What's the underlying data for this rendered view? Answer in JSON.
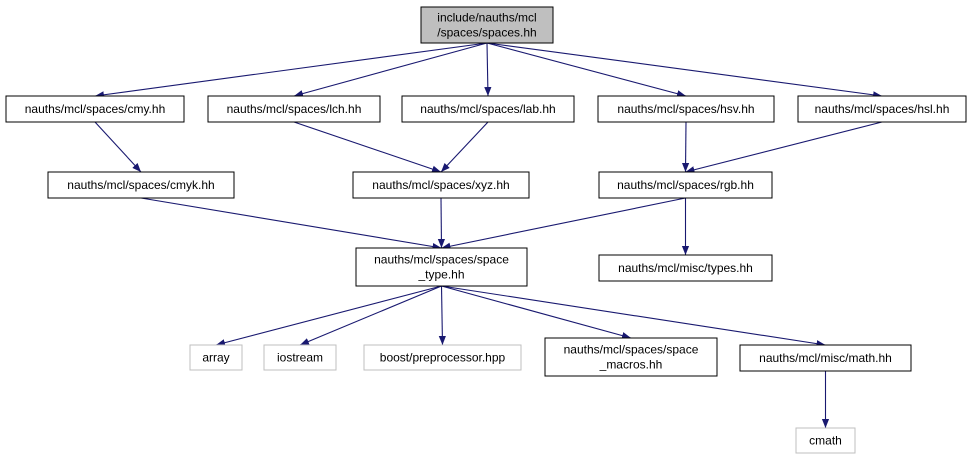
{
  "nodes": [
    {
      "id": "root",
      "lines": [
        "include/nauths/mcl",
        "/spaces/spaces.hh"
      ],
      "kind": "root"
    },
    {
      "id": "cmy",
      "lines": [
        "nauths/mcl/spaces/cmy.hh"
      ],
      "kind": "file"
    },
    {
      "id": "lch",
      "lines": [
        "nauths/mcl/spaces/lch.hh"
      ],
      "kind": "file"
    },
    {
      "id": "lab",
      "lines": [
        "nauths/mcl/spaces/lab.hh"
      ],
      "kind": "file"
    },
    {
      "id": "hsv",
      "lines": [
        "nauths/mcl/spaces/hsv.hh"
      ],
      "kind": "file"
    },
    {
      "id": "hsl",
      "lines": [
        "nauths/mcl/spaces/hsl.hh"
      ],
      "kind": "file"
    },
    {
      "id": "cmyk",
      "lines": [
        "nauths/mcl/spaces/cmyk.hh"
      ],
      "kind": "file"
    },
    {
      "id": "xyz",
      "lines": [
        "nauths/mcl/spaces/xyz.hh"
      ],
      "kind": "file"
    },
    {
      "id": "rgb",
      "lines": [
        "nauths/mcl/spaces/rgb.hh"
      ],
      "kind": "file"
    },
    {
      "id": "space_type",
      "lines": [
        "nauths/mcl/spaces/space",
        "_type.hh"
      ],
      "kind": "file"
    },
    {
      "id": "types",
      "lines": [
        "nauths/mcl/misc/types.hh"
      ],
      "kind": "file"
    },
    {
      "id": "array",
      "lines": [
        "array"
      ],
      "kind": "external"
    },
    {
      "id": "iostream",
      "lines": [
        "iostream"
      ],
      "kind": "external"
    },
    {
      "id": "boostpp",
      "lines": [
        "boost/preprocessor.hpp"
      ],
      "kind": "external"
    },
    {
      "id": "macros",
      "lines": [
        "nauths/mcl/spaces/space",
        "_macros.hh"
      ],
      "kind": "file"
    },
    {
      "id": "math",
      "lines": [
        "nauths/mcl/misc/math.hh"
      ],
      "kind": "file"
    },
    {
      "id": "cmath",
      "lines": [
        "cmath"
      ],
      "kind": "external"
    }
  ],
  "edges": [
    [
      "root",
      "cmy"
    ],
    [
      "root",
      "lch"
    ],
    [
      "root",
      "lab"
    ],
    [
      "root",
      "hsv"
    ],
    [
      "root",
      "hsl"
    ],
    [
      "cmy",
      "cmyk"
    ],
    [
      "lch",
      "xyz"
    ],
    [
      "lab",
      "xyz"
    ],
    [
      "hsv",
      "rgb"
    ],
    [
      "hsl",
      "rgb"
    ],
    [
      "cmyk",
      "space_type"
    ],
    [
      "xyz",
      "space_type"
    ],
    [
      "rgb",
      "space_type"
    ],
    [
      "rgb",
      "types"
    ],
    [
      "space_type",
      "array"
    ],
    [
      "space_type",
      "iostream"
    ],
    [
      "space_type",
      "boostpp"
    ],
    [
      "space_type",
      "macros"
    ],
    [
      "space_type",
      "math"
    ],
    [
      "math",
      "cmath"
    ]
  ],
  "colors": {
    "edge": "#191970",
    "root_fill": "#bfbfbf",
    "external_border": "#bfbfbf"
  }
}
